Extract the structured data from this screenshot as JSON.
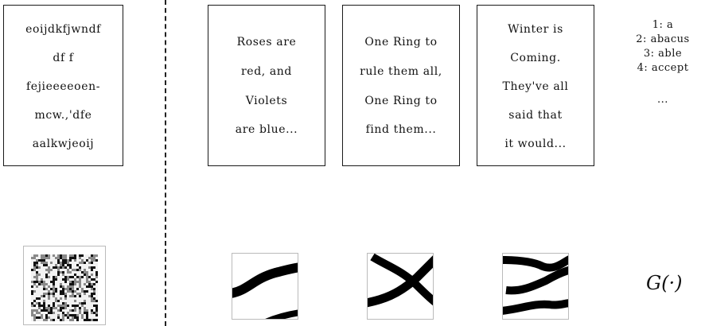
{
  "source_card": {
    "lines": [
      "eoijdkfjwndf",
      "df f",
      "fejieeeeoen-",
      "mcw.,'dfe",
      "aalkwjeoij"
    ]
  },
  "text_cards": [
    {
      "lines": [
        "Roses are",
        "red, and",
        "Violets",
        "are blue..."
      ]
    },
    {
      "lines": [
        "One Ring to",
        "rule them all,",
        "One Ring to",
        "find them..."
      ]
    },
    {
      "lines": [
        "Winter is",
        "Coming.",
        "They've all",
        "said that",
        "it would..."
      ]
    }
  ],
  "vocabulary": {
    "entries": [
      "1:  a",
      "2:  abacus",
      "3:  able",
      "4:  accept"
    ],
    "ellipsis": "..."
  },
  "function_label": "G(·)"
}
